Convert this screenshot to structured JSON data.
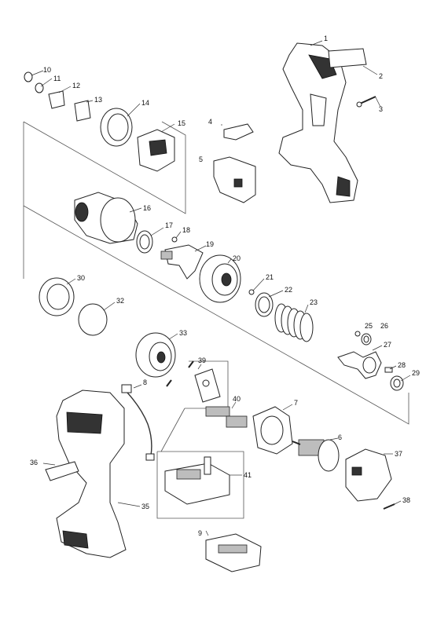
{
  "labels": {
    "p1": "1",
    "p2": "2",
    "p3": "3",
    "p4": "4",
    "p5": "5",
    "p6": "6",
    "p7": "7",
    "p8": "8",
    "p9": "9",
    "p10": "10",
    "p11": "11",
    "p12": "12",
    "p13": "13",
    "p14": "14",
    "p15": "15",
    "p16": "16",
    "p17": "17",
    "p18": "18",
    "p19": "19",
    "p20": "20",
    "p21": "21",
    "p22": "22",
    "p23": "23",
    "p25": "25",
    "p26": "26",
    "p27": "27",
    "p28": "28",
    "p29": "29",
    "p30": "30",
    "p32": "32",
    "p33": "33",
    "p35": "35",
    "p36": "36",
    "p37": "37",
    "p38": "38",
    "p39": "39",
    "p40": "40",
    "p41": "41"
  }
}
